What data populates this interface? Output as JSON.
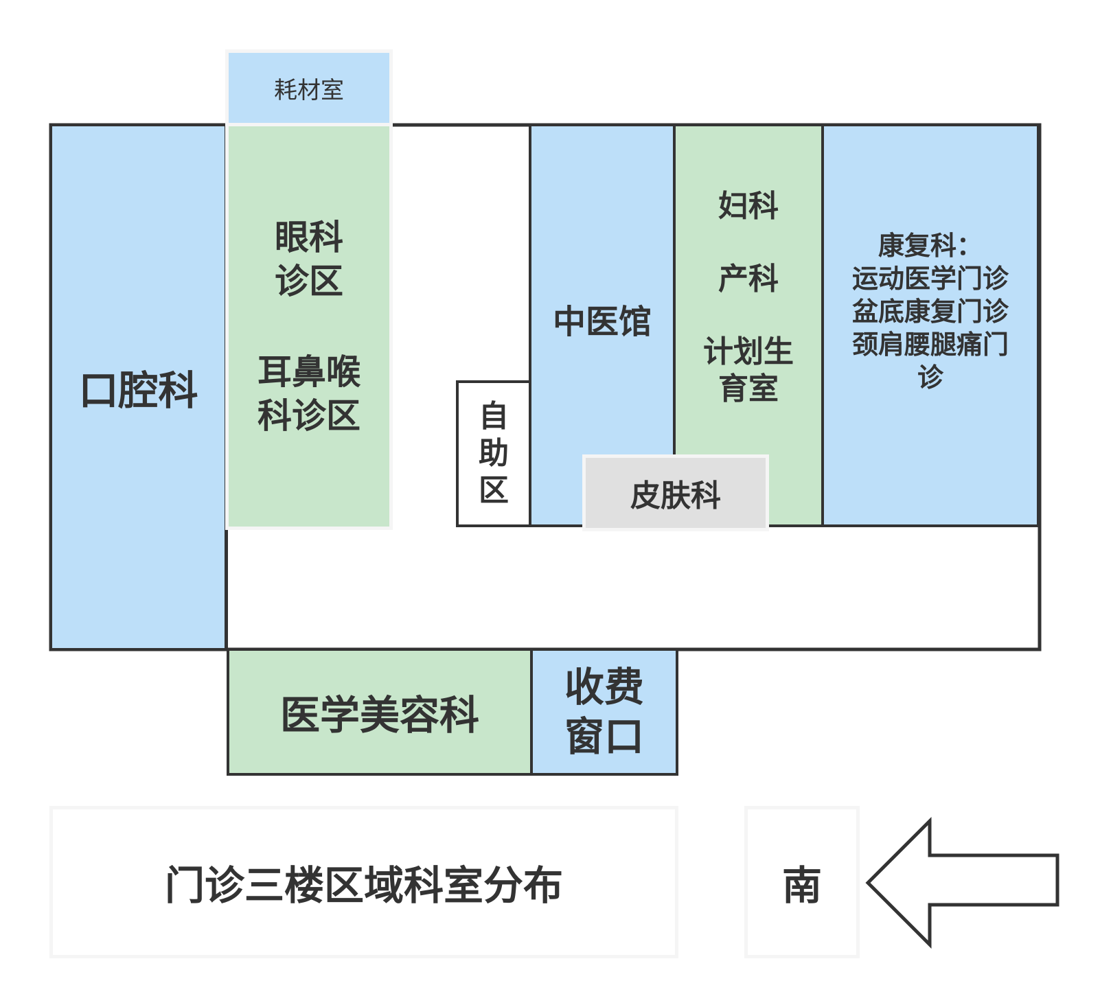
{
  "diagram": {
    "consumables_room": "耗材室",
    "stomatology": "口腔科",
    "ophthalmology": [
      "眼科",
      "诊区"
    ],
    "ent": [
      "耳鼻喉",
      "科诊区"
    ],
    "self_service": [
      "自",
      "助",
      "区"
    ],
    "tcm": "中医馆",
    "gynecology": "妇科",
    "obstetrics": "产科",
    "family_planning": [
      "计划生",
      "育室"
    ],
    "rehabilitation": [
      "康复科：",
      "运动医学门诊",
      "盆底康复门诊",
      "颈肩腰腿痛门",
      "诊"
    ],
    "dermatology": "皮肤科",
    "cosmetic": "医学美容科",
    "cashier": [
      "收费",
      "窗口"
    ],
    "title": "门诊三楼区域科室分布",
    "direction": "南"
  },
  "colors": {
    "blue": "#bddff9",
    "green": "#c8e6cb",
    "gray": "#e0e0e0",
    "outline": "#333333"
  },
  "icons": [
    "arrow-left-icon"
  ]
}
